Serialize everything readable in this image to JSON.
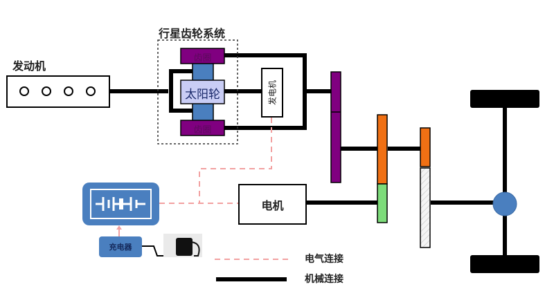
{
  "title": "行星齿轮系统",
  "engine": {
    "label": "发动机",
    "cylinders": 4
  },
  "planetary": {
    "ring_gear_top": "齿圈",
    "ring_gear_bottom": "齿圈",
    "sun_gear": "太阳轮"
  },
  "generator": {
    "label": "发电机"
  },
  "motor": {
    "label": "电机"
  },
  "charger": {
    "label": "充电器"
  },
  "legend": {
    "electrical": "电气连接",
    "mechanical": "机械连接"
  },
  "colors": {
    "ring_gear": "#800080",
    "planet_gear": "#4a7fbf",
    "sun_gear": "#c9cdf5",
    "battery": "#4a7fbf",
    "gear_orange": "#f07014",
    "gear_green": "#7ddc7a",
    "differential": "#4a7fbf",
    "electric_line": "#f2a0a0",
    "mechanical_line": "#000000"
  }
}
